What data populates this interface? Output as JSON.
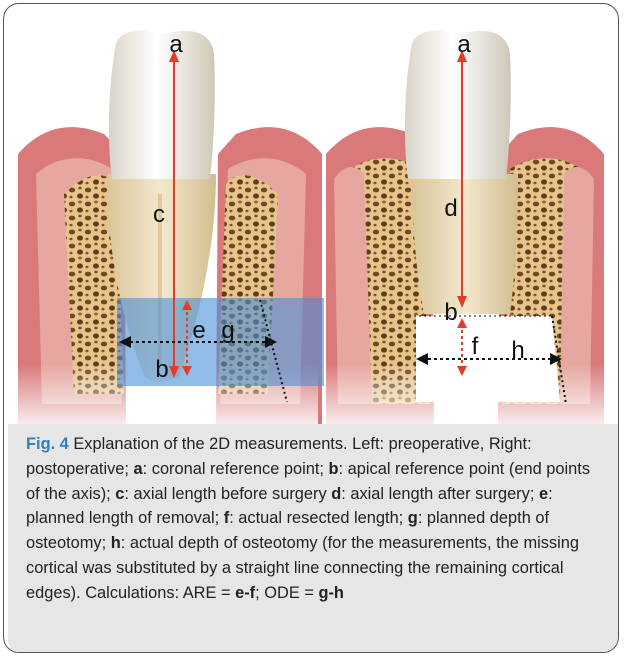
{
  "figure": {
    "labels": {
      "a_left": "a",
      "b_left": "b",
      "c": "c",
      "e": "e",
      "g": "g",
      "a_right": "a",
      "b_right": "b",
      "d": "d",
      "f": "f",
      "h": "h"
    },
    "caption": {
      "fig_label": "Fig. 4",
      "segments": [
        {
          "t": " Explanation of the 2D measurements. Left: preoperative, Right: postoperative; ",
          "b": false
        },
        {
          "t": "a",
          "b": true
        },
        {
          "t": ": coronal reference point; ",
          "b": false
        },
        {
          "t": "b",
          "b": true
        },
        {
          "t": ": apical reference point (end points of the axis); ",
          "b": false
        },
        {
          "t": "c",
          "b": true
        },
        {
          "t": ": axial length before surgery ",
          "b": false
        },
        {
          "t": "d",
          "b": true
        },
        {
          "t": ": axial length after surgery; ",
          "b": false
        },
        {
          "t": "e",
          "b": true
        },
        {
          "t": ": planned length of removal; ",
          "b": false
        },
        {
          "t": "f",
          "b": true
        },
        {
          "t": ": actual resected length; ",
          "b": false
        },
        {
          "t": "g",
          "b": true
        },
        {
          "t": ": planned depth of osteotomy; ",
          "b": false
        },
        {
          "t": "h",
          "b": true
        },
        {
          "t": ": actual depth of osteotomy (for the measurements, the missing cortical was substituted by a straight line connecting the remaining cortical edges). Calculations: ARE = ",
          "b": false
        },
        {
          "t": "e-f",
          "b": true
        },
        {
          "t": "; ODE = ",
          "b": false
        },
        {
          "t": "g-h",
          "b": true
        }
      ]
    }
  }
}
